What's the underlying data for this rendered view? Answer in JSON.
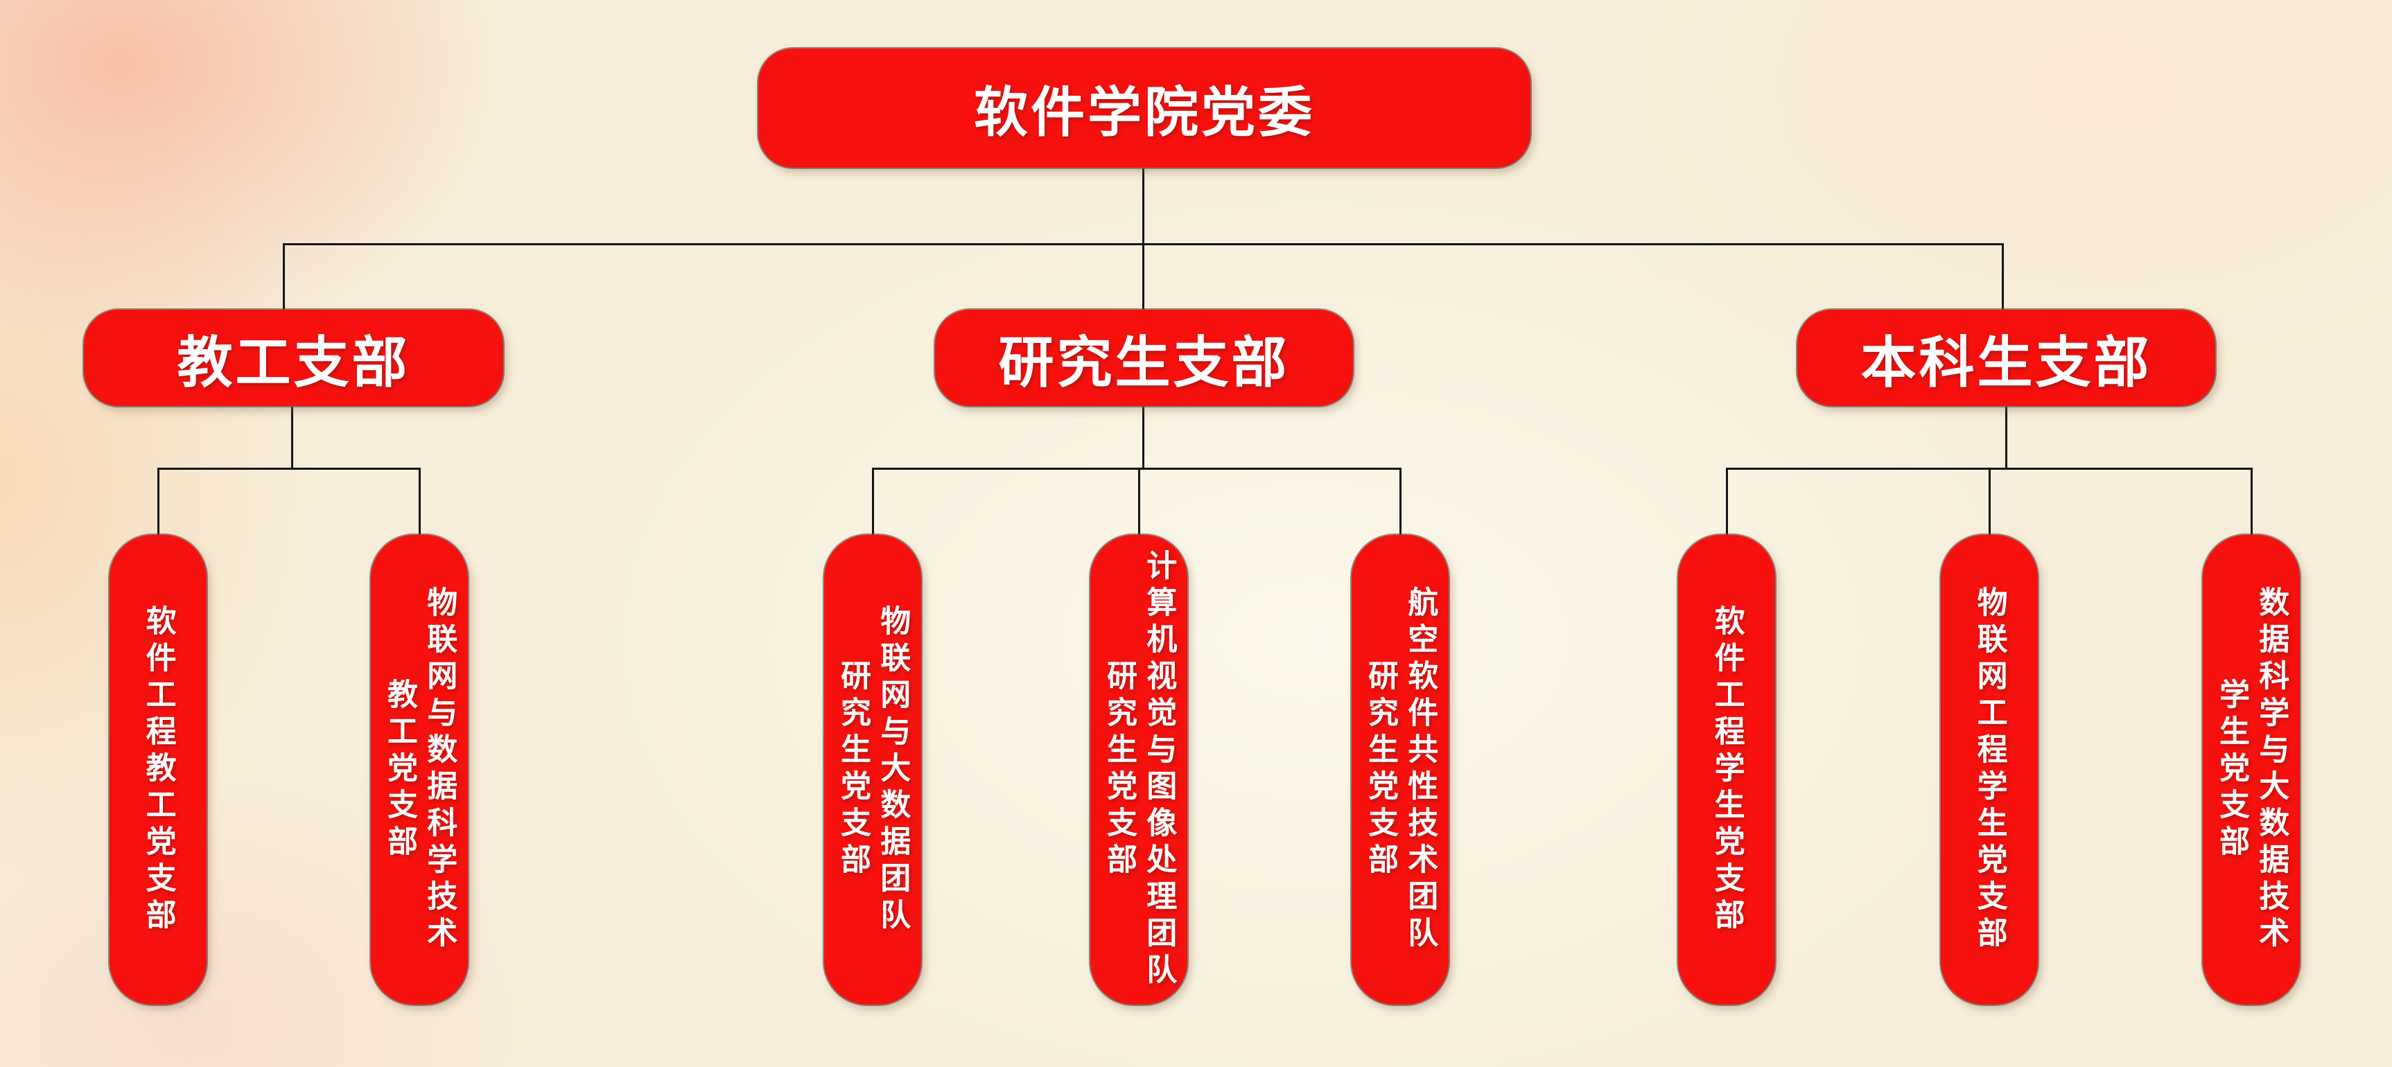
{
  "org": {
    "root": {
      "label": "软件学院党委"
    },
    "branches": [
      {
        "label": "教工支部",
        "leaves": [
          {
            "text": "软件工程教工党支部"
          },
          {
            "text": "物联网与数据科学技术\n教工党支部"
          }
        ]
      },
      {
        "label": "研究生支部",
        "leaves": [
          {
            "text": "物联网与大数据团队\n研究生党支部"
          },
          {
            "text": "计算机视觉与图像处理团队\n研究生党支部"
          },
          {
            "text": "航空软件共性技术团队\n研究生党支部"
          }
        ]
      },
      {
        "label": "本科生支部",
        "leaves": [
          {
            "text": "软件工程学生党支部"
          },
          {
            "text": "物联网工程学生党支部"
          },
          {
            "text": "数据科学与大数据技术\n学生党支部"
          }
        ]
      }
    ],
    "colors": {
      "box_red": "#f6100e",
      "text_white": "#ffffff",
      "connector_line": "#141414",
      "background_cream": "#f6eeda",
      "background_peach": "#f8b79e"
    }
  }
}
